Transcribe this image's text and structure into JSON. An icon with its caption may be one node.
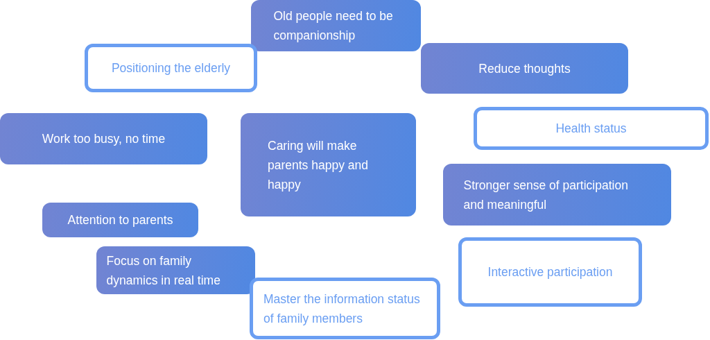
{
  "diagram": {
    "nodes": [
      {
        "text": [
          "Old people need to be companionship"
        ]
      },
      {
        "text": [
          "Positioning the elderly"
        ]
      },
      {
        "text": [
          "Reduce thoughts"
        ]
      },
      {
        "text": [
          "Health status"
        ]
      },
      {
        "text": [
          "Work too busy, no time"
        ]
      },
      {
        "text": [
          "Caring will make parents happy and happy"
        ]
      },
      {
        "text": [
          "Stronger sense of participation and meaningful"
        ]
      },
      {
        "text": [
          "Attention to parents"
        ]
      },
      {
        "text": [
          "Interactive participation"
        ]
      },
      {
        "text": [
          "Focus on family dynamics in real time"
        ]
      },
      {
        "text": [
          "Master the information status of family members"
        ]
      }
    ]
  }
}
